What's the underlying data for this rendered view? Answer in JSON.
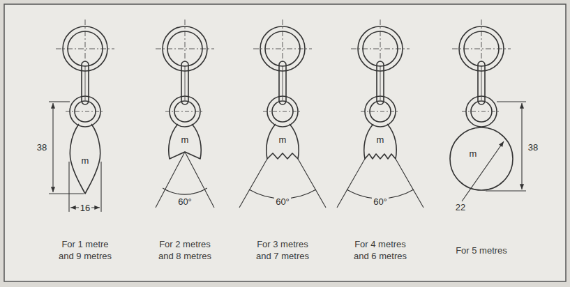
{
  "diagram": {
    "nodes": [
      {
        "text": [
          "m"
        ]
      },
      {
        "text": [
          "m"
        ]
      },
      {
        "text": [
          "m"
        ]
      },
      {
        "text": [
          "m"
        ]
      },
      {
        "text": [
          "m"
        ]
      }
    ],
    "labels": [
      "38",
      "16",
      "60°",
      "60°",
      "60°",
      "38",
      "22",
      "For 1 metre and 9 metres",
      "For 2 metres and 8 metres",
      "For 3 metres and 7 metres",
      "For 4 metres and 6 metres",
      "For 5 metres"
    ]
  }
}
